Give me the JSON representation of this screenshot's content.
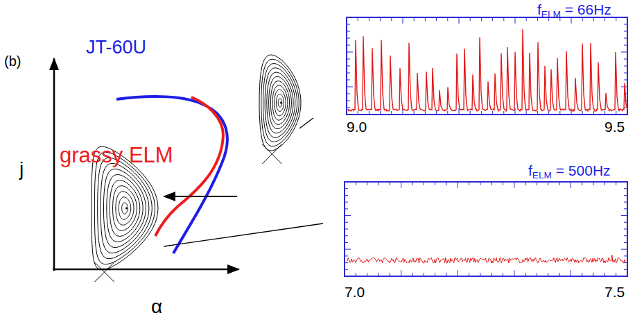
{
  "diagram": {
    "labels": [
      "(b)",
      "JT-60U",
      "grassy ELM",
      "j",
      "α",
      "fELM = 66Hz",
      "9.0",
      "9.5",
      "fELM = 500Hz",
      "7.0",
      "7.5"
    ]
  }
}
